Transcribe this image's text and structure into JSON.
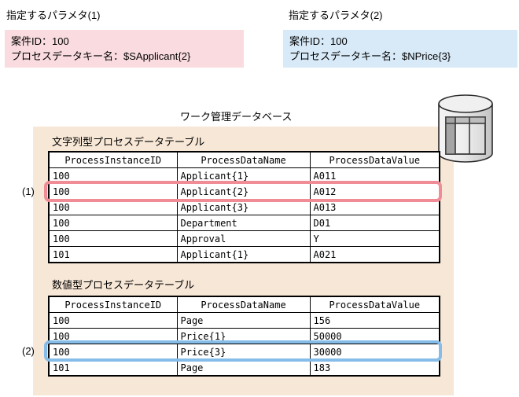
{
  "params": [
    {
      "title": "指定するパラメタ(1)",
      "lines": [
        "案件ID：100",
        "プロセスデータキー名：$SApplicant{2}"
      ],
      "bg_color": "#fadce0"
    },
    {
      "title": "指定するパラメタ(2)",
      "lines": [
        "案件ID：100",
        "プロセスデータキー名：$NPrice{3}"
      ],
      "bg_color": "#d8eaf8"
    }
  ],
  "database": {
    "label": "ワーク管理データベース",
    "icon": "database-cylinder-icon",
    "panel_bg_color": "#f7e7d6"
  },
  "tables": [
    {
      "title": "文字列型プロセスデータテーブル",
      "headers": [
        "ProcessInstanceID",
        "ProcessDataName",
        "ProcessDataValue"
      ],
      "rows": [
        [
          "100",
          "Applicant{1}",
          "A011"
        ],
        [
          "100",
          "Applicant{2}",
          "A012"
        ],
        [
          "100",
          "Applicant{3}",
          "A013"
        ],
        [
          "100",
          "Department",
          "D01"
        ],
        [
          "100",
          "Approval",
          "Y"
        ],
        [
          "101",
          "Applicant{1}",
          "A021"
        ]
      ],
      "highlight": {
        "row_index": 1,
        "color": "#f08c96",
        "label": "(1)"
      }
    },
    {
      "title": "数値型プロセスデータテーブル",
      "headers": [
        "ProcessInstanceID",
        "ProcessDataName",
        "ProcessDataValue"
      ],
      "rows": [
        [
          "100",
          "Page",
          "156"
        ],
        [
          "100",
          "Price{1}",
          "50000"
        ],
        [
          "100",
          "Price{3}",
          "30000"
        ],
        [
          "101",
          "Page",
          "183"
        ]
      ],
      "highlight": {
        "row_index": 2,
        "color": "#85bce8",
        "label": "(2)"
      }
    }
  ]
}
